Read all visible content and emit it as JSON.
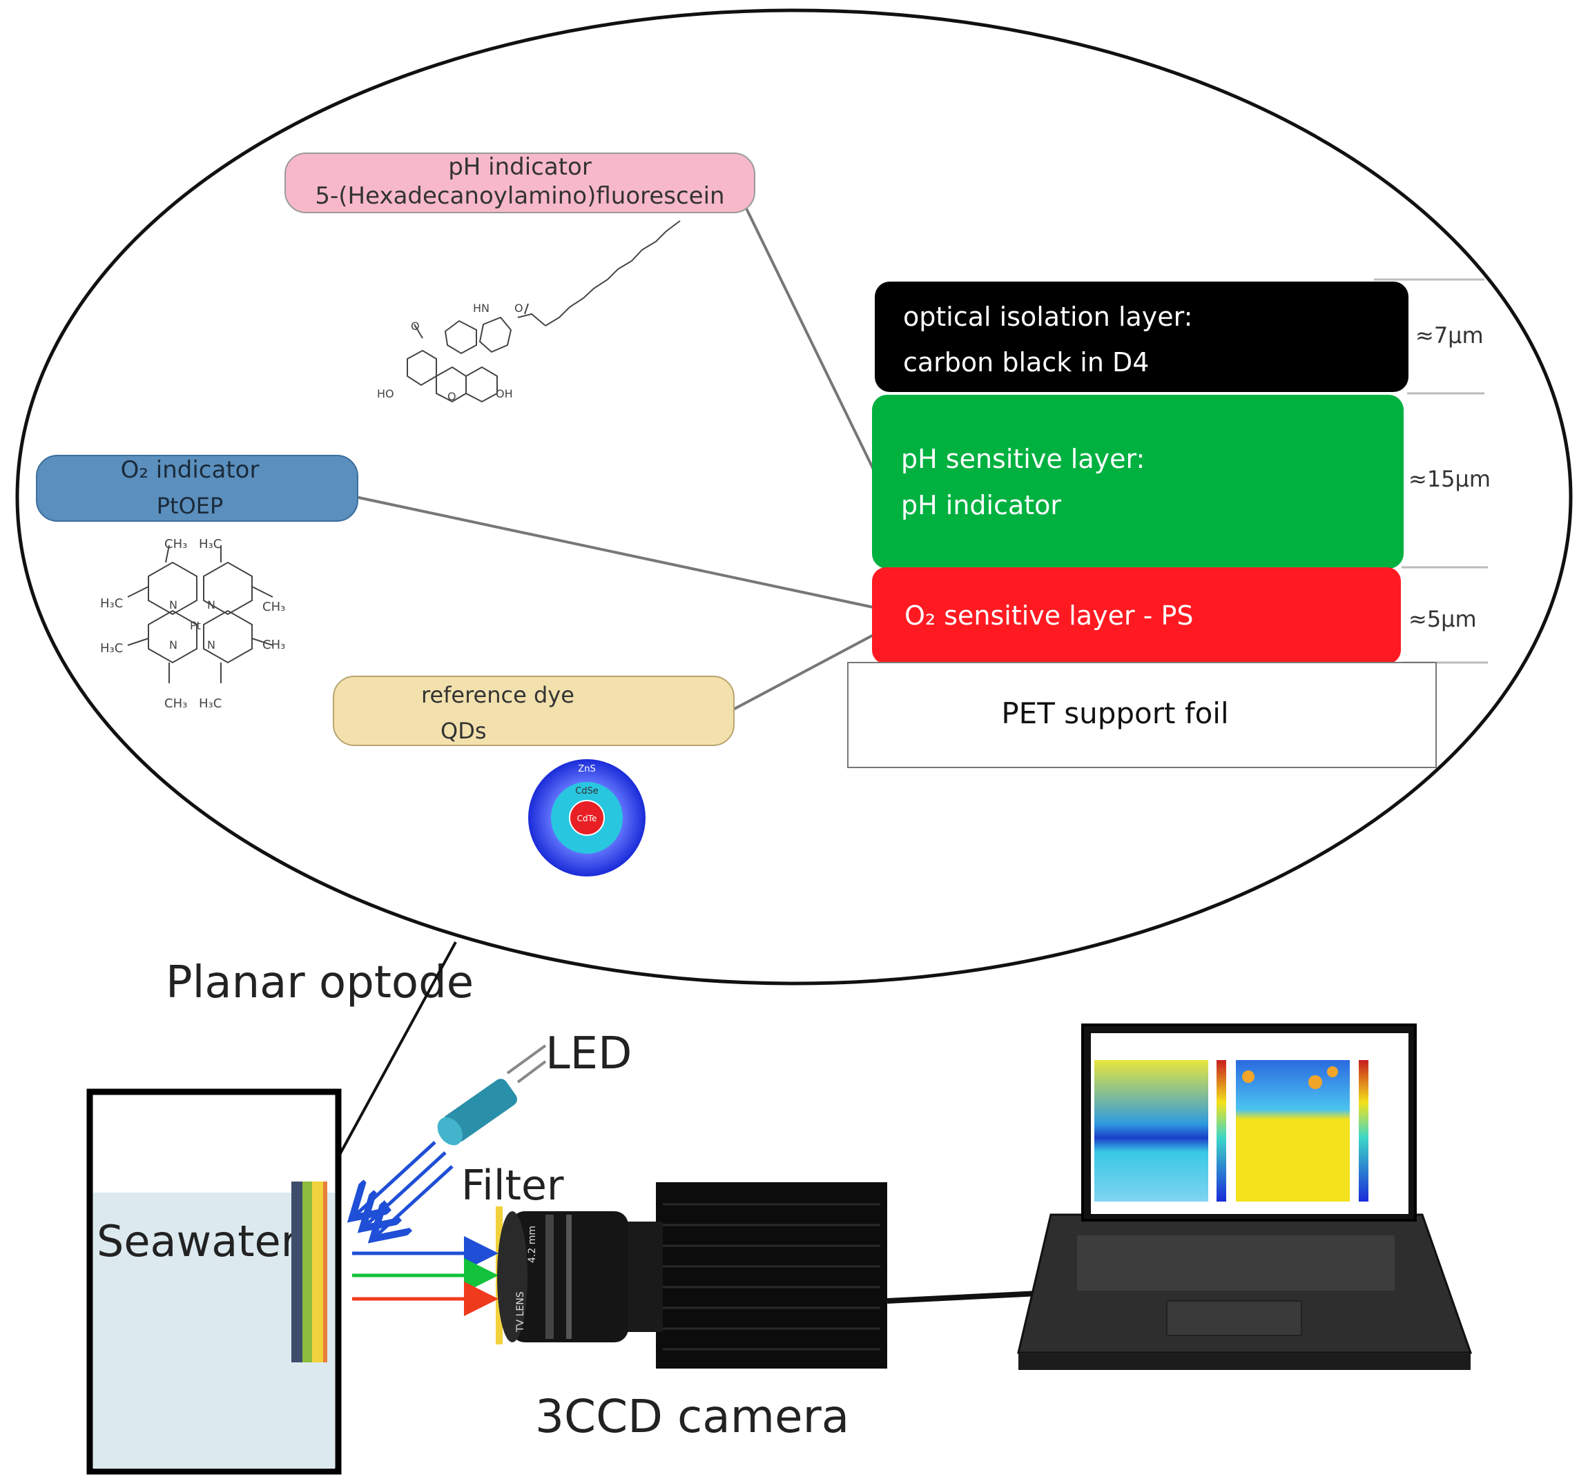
{
  "labels": {
    "ph_indicator": {
      "line1": "pH indicator",
      "line2": "5-(Hexadecanoylamino)fluorescein"
    },
    "o2_indicator": {
      "line1": "O₂ indicator",
      "line2": "PtOEP"
    },
    "reference_dye": {
      "line1": "reference dye",
      "line2": "QDs"
    },
    "qd_shells": {
      "outer": "ZnS",
      "middle": "CdSe",
      "core": "CdTe"
    },
    "molecule_labels": {
      "fluorescein": [
        "HN",
        "O",
        "O",
        "HO",
        "O",
        "OH"
      ],
      "ptoep": [
        "CH₃",
        "H₃C",
        "H₃C",
        "CH₃",
        "N",
        "N",
        "Pt",
        "N",
        "N",
        "H₃C",
        "CH₃",
        "CH₃",
        "H₃C"
      ]
    },
    "planar_optode": "Planar optode",
    "led": "LED",
    "filter": "Filter",
    "seawater": "Seawater",
    "camera": "3CCD camera",
    "lens_text": [
      "TV LENS",
      "4.2 mm"
    ]
  },
  "layers": [
    {
      "line1": "optical isolation layer:",
      "line2": "carbon black in D4",
      "thickness": "≈7μm",
      "color": "#000000"
    },
    {
      "line1": "pH sensitive layer:",
      "line2": "pH indicator",
      "thickness": "≈15μm",
      "color": "#00b140"
    },
    {
      "line1": "O₂ sensitive layer - PS",
      "line2": "",
      "thickness": "≈5μm",
      "color": "#ff1a22"
    },
    {
      "line1": "PET support foil",
      "line2": "",
      "thickness": "",
      "color": "#ffffff"
    }
  ],
  "colors": {
    "ph_pill": "#f7b9c9",
    "o2_pill": "#5b8fbd",
    "ref_pill": "#f2e1ad",
    "seawater": "#dceaf0",
    "led": "#2a8fa8",
    "arrow_blue": "#1f4fd6",
    "arrow_green": "#12c23a",
    "arrow_red": "#f03a1e",
    "filter": "#f2d23c"
  }
}
